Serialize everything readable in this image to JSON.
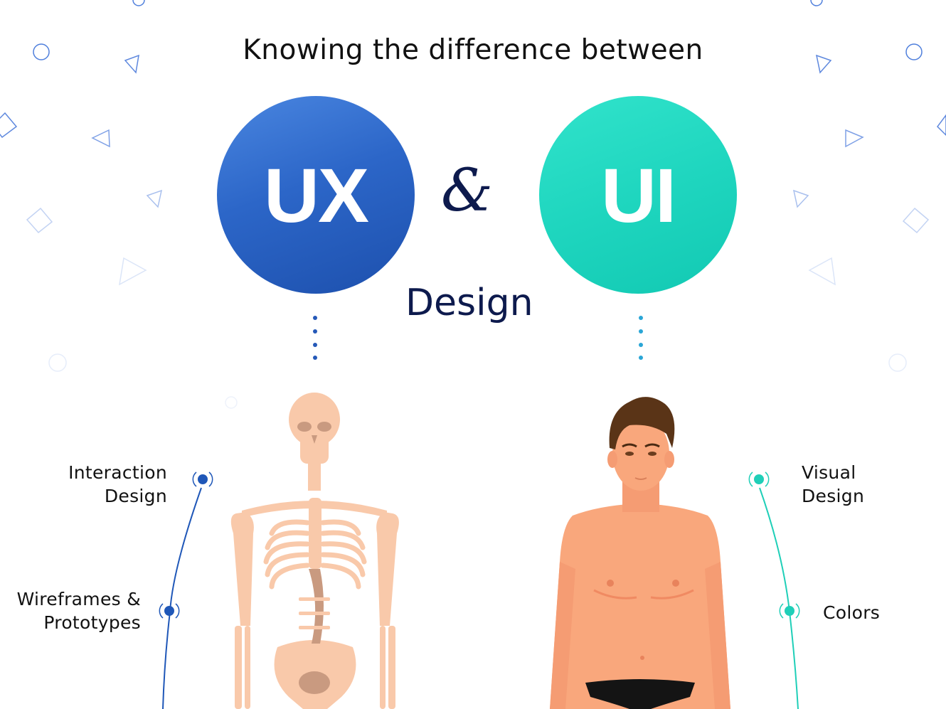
{
  "header": {
    "title": "Knowing the difference between"
  },
  "circles": {
    "ux": {
      "label": "UX",
      "color": "#2c66c8"
    },
    "ui": {
      "label": "UI",
      "color": "#1fd6bf"
    },
    "ampersand": "&"
  },
  "subtitle": "Design",
  "ux_side": {
    "illustration": "skeleton",
    "accent": "#1f57b8",
    "items": [
      {
        "line1": "Interaction",
        "line2": "Design"
      },
      {
        "line1": "Wireframes &",
        "line2": "Prototypes"
      }
    ]
  },
  "ui_side": {
    "illustration": "human-body",
    "accent": "#1fcfb8",
    "items": [
      {
        "line1": "Visual",
        "line2": "Design"
      },
      {
        "line1": "Colors",
        "line2": ""
      }
    ]
  }
}
